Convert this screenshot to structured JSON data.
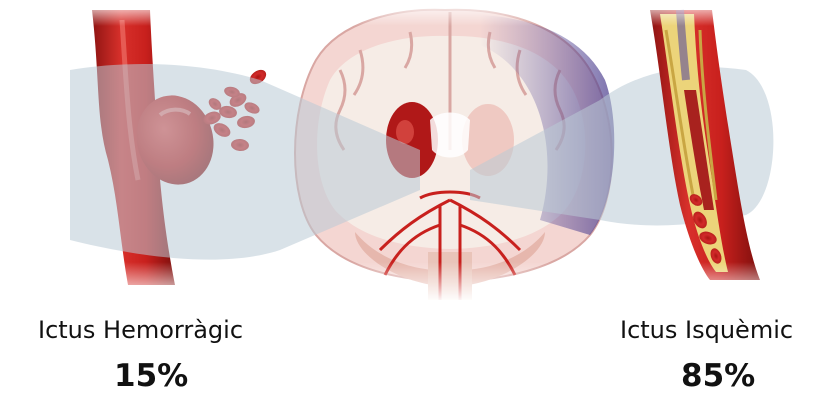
{
  "labels": {
    "hemorrhagic_title": "Ictus Hemorràgic",
    "hemorrhagic_percent": "15%",
    "ischemic_title": "Ictus Isquèmic",
    "ischemic_percent": "85%"
  },
  "stats": {
    "hemorrhagic_share_percent": 15,
    "ischemic_share_percent": 85
  },
  "colors": {
    "vessel_red": "#c8201d",
    "blood_cell_red": "#d22a2a",
    "brain_pink": "#f4d6d2",
    "white_matter": "#f6ece6",
    "focus_overlay_blue": "#b9cbd6",
    "plaque_yellow": "#ecd47a",
    "ischemic_tint_purple": "#6b5fa3",
    "text": "#111111"
  },
  "icons": [
    "ruptured-vessel-icon",
    "brain-coronal-section-icon",
    "blocked-artery-icon"
  ]
}
